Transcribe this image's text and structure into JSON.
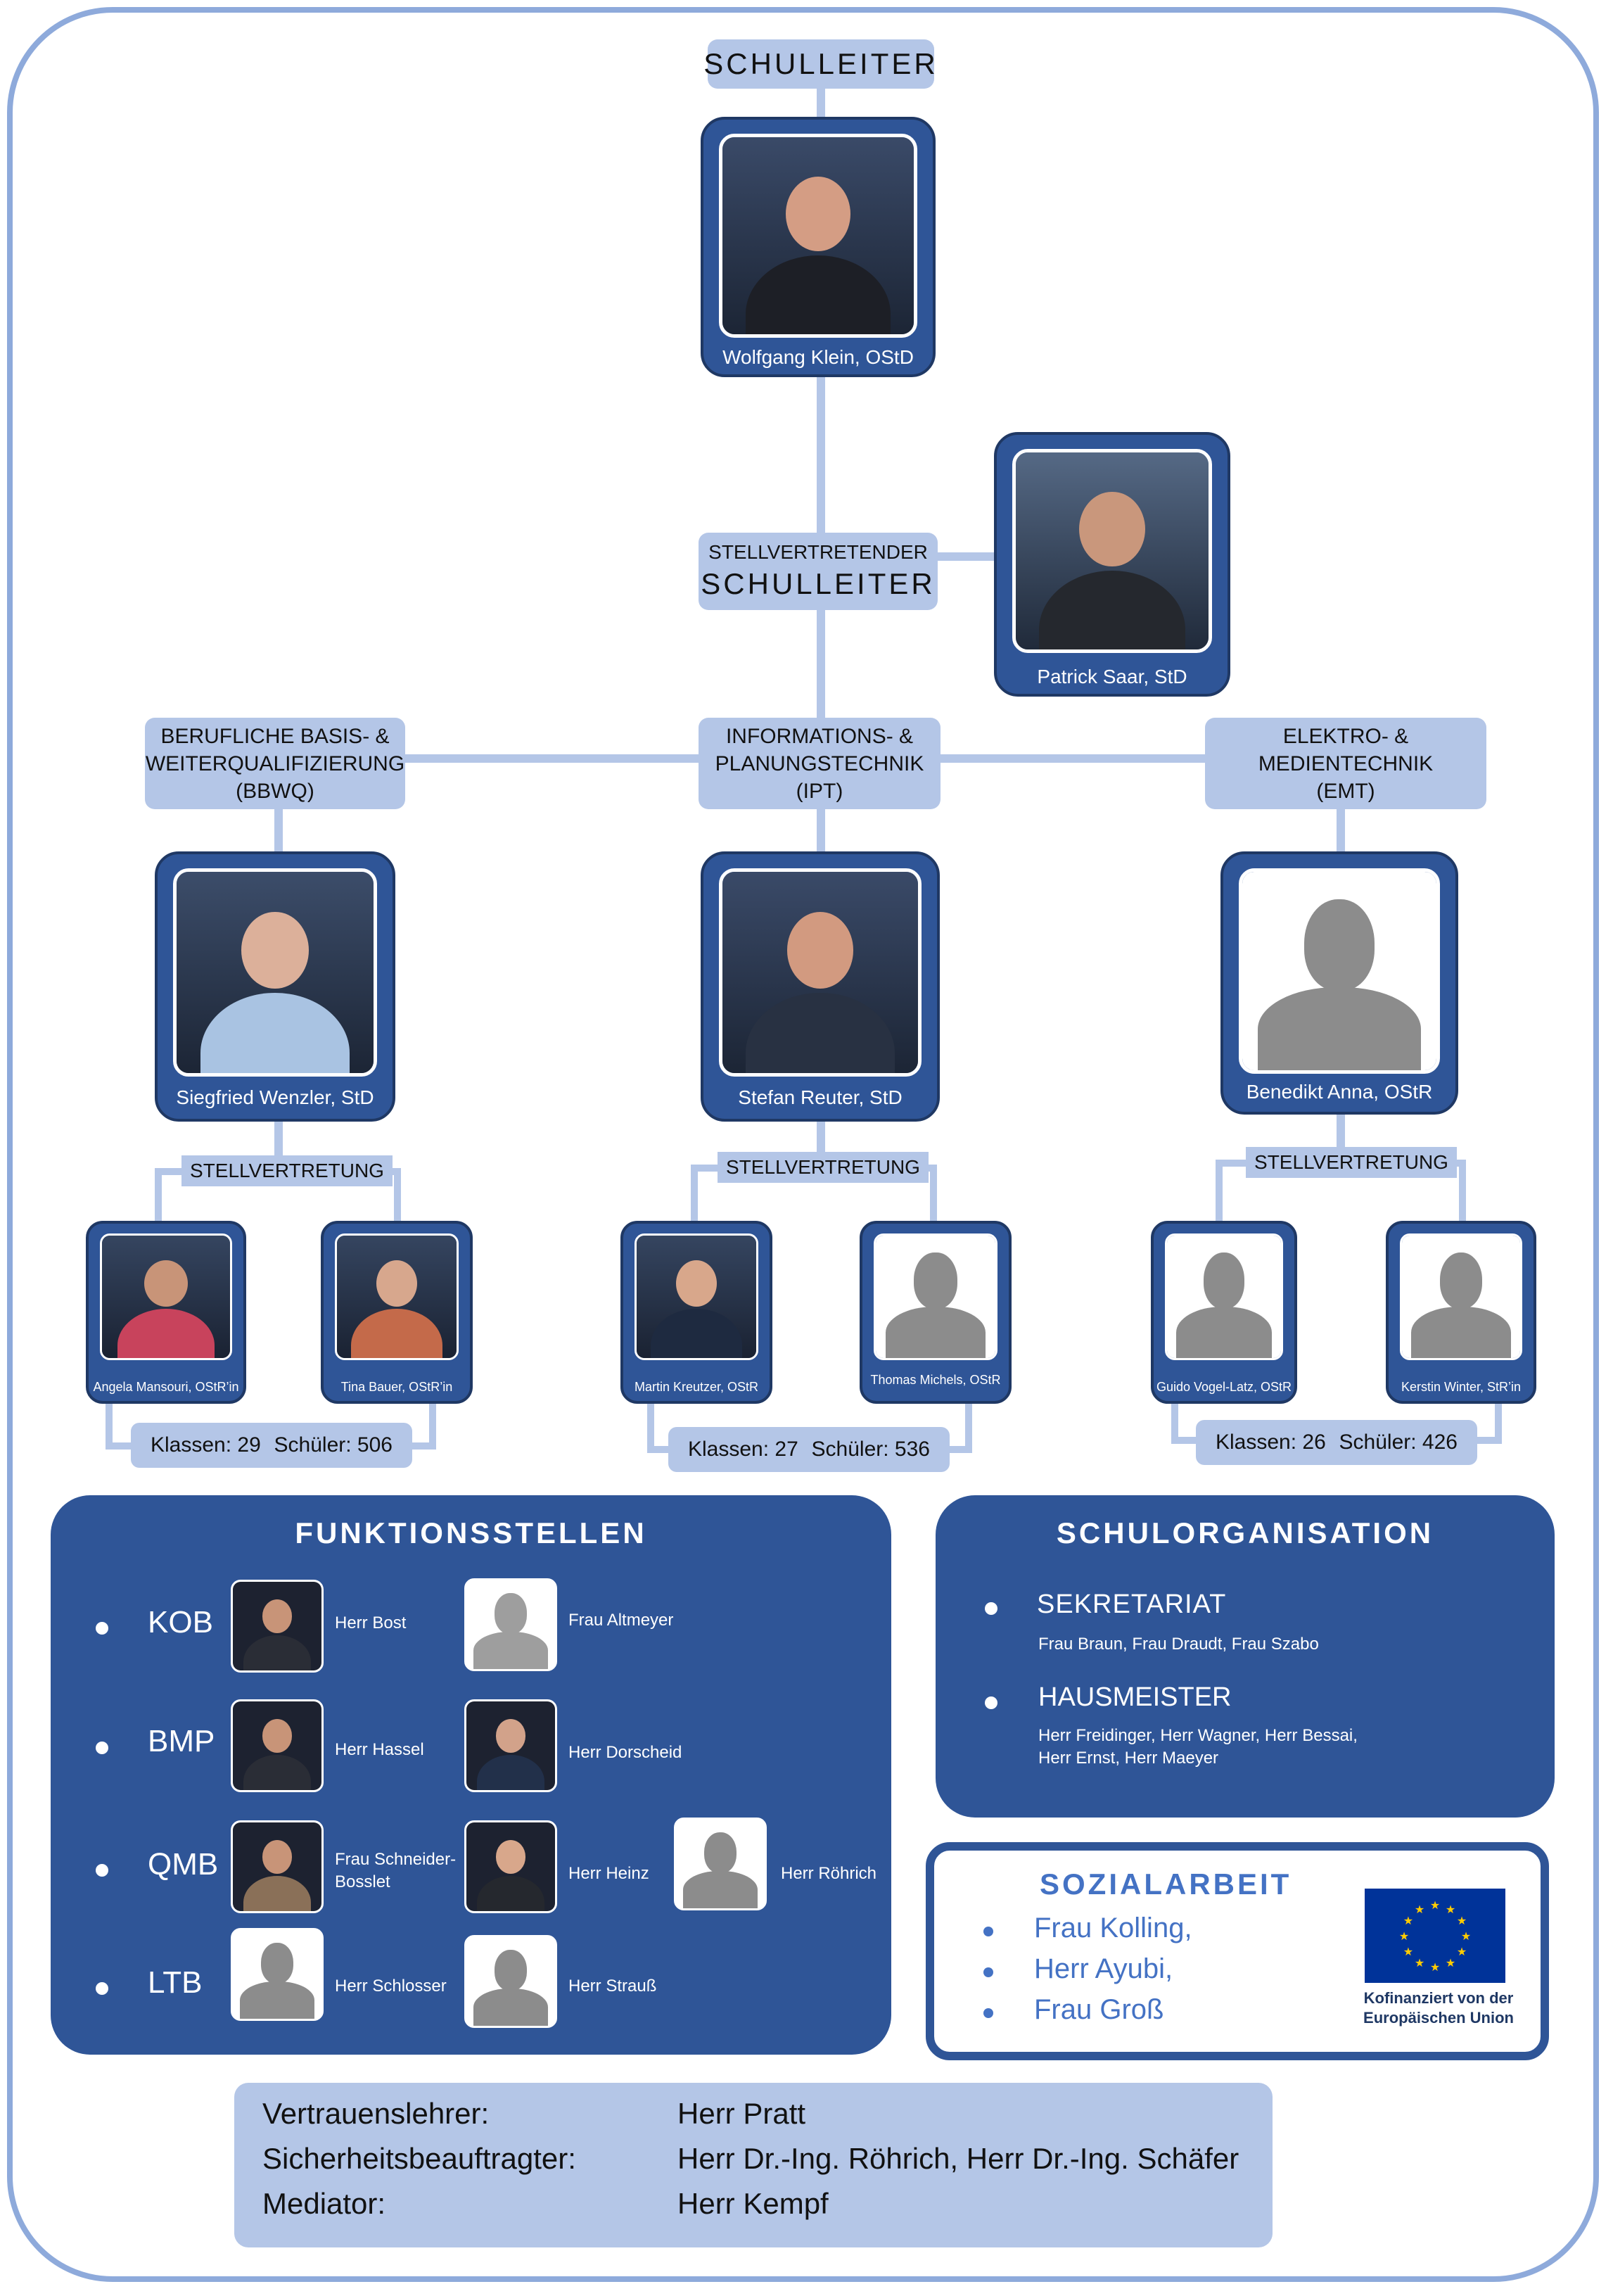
{
  "head": {
    "title": "SCHULLEITER",
    "name": "Wolfgang Klein, OStD"
  },
  "deputy": {
    "title_line1": "STELLVERTRETENDER",
    "title_line2": "SCHULLEITER",
    "name": "Patrick Saar, StD"
  },
  "departments": [
    {
      "line1": "BERUFLICHE BASIS- &",
      "line2": "WEITERQUALIFIZIERUNG",
      "line3": "(BBWQ)",
      "head": "Siegfried Wenzler, StD",
      "deputy_label": "STELLVERTRETUNG",
      "deputies": [
        "Angela Mansouri, OStR’in",
        "Tina Bauer, OStR’in"
      ],
      "klassen": "Klassen: 29",
      "schueler": "Schüler: 506"
    },
    {
      "line1": "INFORMATIONS- &",
      "line2": "PLANUNGSTECHNIK",
      "line3": "(IPT)",
      "head": "Stefan Reuter, StD",
      "deputy_label": "STELLVERTRETUNG",
      "deputies": [
        "Martin Kreutzer, OStR",
        "Thomas Michels, OStR"
      ],
      "klassen": "Klassen: 27",
      "schueler": "Schüler: 536"
    },
    {
      "line1": "ELEKTRO- &",
      "line2": "MEDIENTECHNIK",
      "line3": "(EMT)",
      "head": "Benedikt Anna, OStR",
      "deputy_label": "STELLVERTRETUNG",
      "deputies": [
        "Guido Vogel-Latz, OStR",
        "Kerstin Winter, StR’in"
      ],
      "klassen": "Klassen: 26",
      "schueler": "Schüler: 426"
    }
  ],
  "funktionsstellen": {
    "title": "FUNKTIONSSTELLEN",
    "rows": [
      {
        "code": "KOB",
        "people": [
          "Herr Bost",
          "Frau Altmeyer"
        ]
      },
      {
        "code": "BMP",
        "people": [
          "Herr Hassel",
          "Herr Dorscheid"
        ]
      },
      {
        "code": "QMB",
        "people": [
          "Frau Schneider-",
          "Bosslet",
          "Herr Heinz",
          "Herr Röhrich"
        ]
      },
      {
        "code": "LTB",
        "people": [
          "Herr Schlosser",
          "Herr Strauß"
        ]
      }
    ]
  },
  "schulorganisation": {
    "title": "SCHULORGANISATION",
    "sekretariat": {
      "label": "SEKRETARIAT",
      "names": "Frau Braun, Frau Draudt, Frau Szabo"
    },
    "hausmeister": {
      "label": "HAUSMEISTER",
      "names_line1": "Herr Freidinger, Herr Wagner, Herr Bessai,",
      "names_line2": "Herr Ernst, Herr Maeyer"
    }
  },
  "sozialarbeit": {
    "title": "SOZIALARBEIT",
    "names": [
      "Frau Kolling,",
      "Herr Ayubi,",
      "Frau Groß"
    ],
    "eu_line1": "Kofinanziert von der",
    "eu_line2": "Europäischen Union",
    "eu_flag_color": "#003399",
    "eu_star_color": "#ffcc00"
  },
  "bottom": [
    {
      "label": "Vertrauenslehrer:",
      "value": "Herr Pratt"
    },
    {
      "label": "Sicherheitsbeauftragter:",
      "value": "Herr Dr.-Ing. Röhrich, Herr Dr.-Ing. Schäfer"
    },
    {
      "label": "Mediator:",
      "value": "Herr Kempf"
    }
  ],
  "colors": {
    "dark_blue": "#2f5597",
    "light_blue": "#b4c6e7",
    "frame": "#8eaadb"
  }
}
